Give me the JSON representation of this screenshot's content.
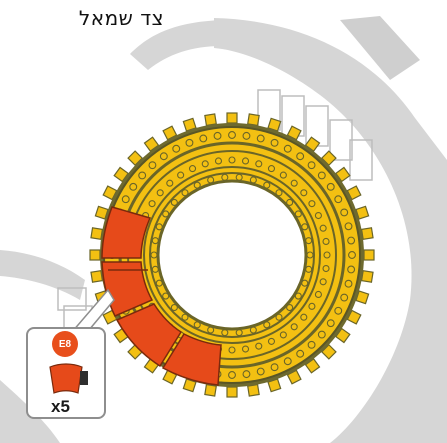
{
  "header": {
    "title": "צד שמאל"
  },
  "callout": {
    "part_code": "E8",
    "quantity": "x5"
  },
  "colors": {
    "ring_yellow": "#f3c012",
    "ring_dark": "#6e6a2f",
    "part_orange": "#e64a1a",
    "ghost_gray": "#d3d3d3"
  },
  "icons": {
    "part": "curved-orange-brick-icon"
  }
}
